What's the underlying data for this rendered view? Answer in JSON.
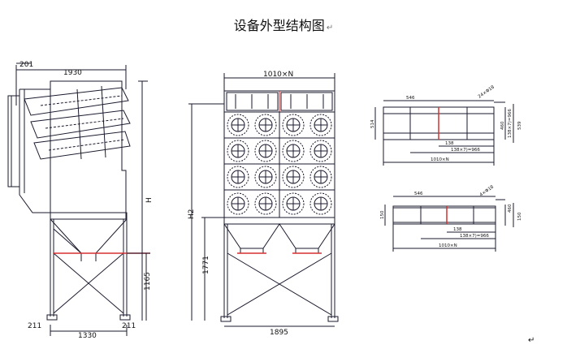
{
  "title": "设备外型结构图",
  "return_mark": "↵",
  "side_view": {
    "dim_top_small": "201",
    "dim_top": "1930",
    "dim_height": "H",
    "dim_leg": "1165",
    "dim_bottom": "1330",
    "dim_foot_left": "211",
    "dim_foot_right": "211"
  },
  "front_view": {
    "dim_top": "1010×N",
    "dim_height": "H2",
    "dim_leg": "1771",
    "dim_bottom": "1895"
  },
  "plan_top": {
    "dim_a": "546",
    "dim_b": "24×Φ18",
    "dim_c": "539",
    "dim_d": "514",
    "dim_e": "138",
    "dim_f": "138×7)=966",
    "dim_g": "138×7)=966",
    "dim_h": "460",
    "dim_total": "1010×N"
  },
  "plan_bottom": {
    "dim_a": "546",
    "dim_b": "4×Φ18",
    "dim_c": "150",
    "dim_d": "460",
    "dim_e": "138",
    "dim_f": "138×7)=966",
    "dim_h": "150",
    "dim_total": "1010×N"
  },
  "corner_mark": "↵",
  "colors": {
    "line": "#1a1a2e",
    "accent": "#d63030",
    "dim": "#333333"
  }
}
